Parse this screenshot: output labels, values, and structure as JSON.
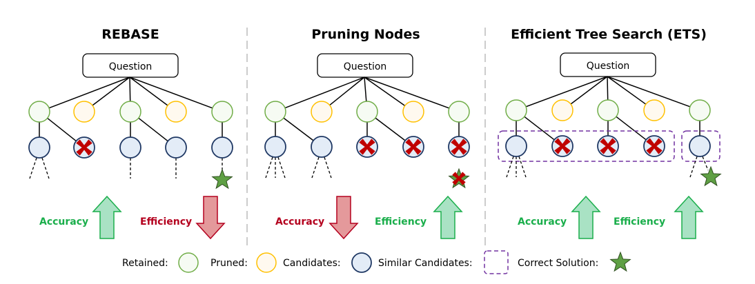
{
  "colors": {
    "retained_stroke": "#70ad47",
    "retained_fill": "#f6fbf3",
    "pruned_stroke": "#ffc000",
    "pruned_fill": "#fff9ef",
    "candidate_stroke": "#1f3864",
    "candidate_fill": "#e3ecf7",
    "similar_box": "#7030a0",
    "star_fill": "#5fa044",
    "cross": "#c00000",
    "good": "#1aae4b",
    "bad": "#b4001e",
    "up_fill": "#a9e2c4",
    "down_fill": "#e4999b",
    "divider": "#cccccc"
  },
  "panels": [
    {
      "id": "rebase",
      "title": "REBASE",
      "question": "Question",
      "level1": [
        "retained",
        "pruned",
        "retained",
        "pruned",
        "retained"
      ],
      "level2": [
        {
          "parent": 0,
          "state": "candidate",
          "children": 2
        },
        {
          "parent": 0,
          "state": "rejected",
          "children": 0
        },
        {
          "parent": 2,
          "state": "candidate",
          "children": 1
        },
        {
          "parent": 2,
          "state": "candidate",
          "children": 1
        },
        {
          "parent": 4,
          "state": "candidate",
          "children": 1,
          "solution": "correct"
        }
      ],
      "metrics": [
        {
          "label": "Accuracy",
          "direction": "up"
        },
        {
          "label": "Efficiency",
          "direction": "down"
        }
      ]
    },
    {
      "id": "pruning",
      "title": "Pruning Nodes",
      "question": "Question",
      "level1": [
        "retained",
        "pruned",
        "retained",
        "pruned",
        "retained"
      ],
      "level2": [
        {
          "parent": 0,
          "state": "candidate",
          "children": 3
        },
        {
          "parent": 0,
          "state": "candidate",
          "children": 2
        },
        {
          "parent": 2,
          "state": "rejected",
          "children": 0
        },
        {
          "parent": 2,
          "state": "rejected",
          "children": 0
        },
        {
          "parent": 4,
          "state": "rejected",
          "children": 0,
          "solution": "lost"
        }
      ],
      "metrics": [
        {
          "label": "Accuracy",
          "direction": "down"
        },
        {
          "label": "Efficiency",
          "direction": "up"
        }
      ]
    },
    {
      "id": "ets",
      "title": "Efficient Tree Search (ETS)",
      "question": "Question",
      "level1": [
        "retained",
        "pruned",
        "retained",
        "pruned",
        "retained"
      ],
      "level2": [
        {
          "parent": 0,
          "state": "candidate",
          "children": 3
        },
        {
          "parent": 0,
          "state": "rejected",
          "children": 0
        },
        {
          "parent": 2,
          "state": "rejected",
          "children": 0
        },
        {
          "parent": 2,
          "state": "rejected",
          "children": 0
        },
        {
          "parent": 4,
          "state": "candidate",
          "children": 2,
          "solution": "correct"
        }
      ],
      "similar_groups": [
        [
          0,
          1,
          2,
          3
        ],
        [
          4
        ]
      ],
      "metrics": [
        {
          "label": "Accuracy",
          "direction": "up"
        },
        {
          "label": "Efficiency",
          "direction": "up"
        }
      ]
    }
  ],
  "legend": [
    {
      "label": "Retained:",
      "symbol": "retained-circle"
    },
    {
      "label": "Pruned:",
      "symbol": "pruned-circle"
    },
    {
      "label": "Candidates:",
      "symbol": "candidate-circle"
    },
    {
      "label": "Similar Candidates:",
      "symbol": "dashed-box"
    },
    {
      "label": "Correct Solution:",
      "symbol": "star"
    }
  ]
}
